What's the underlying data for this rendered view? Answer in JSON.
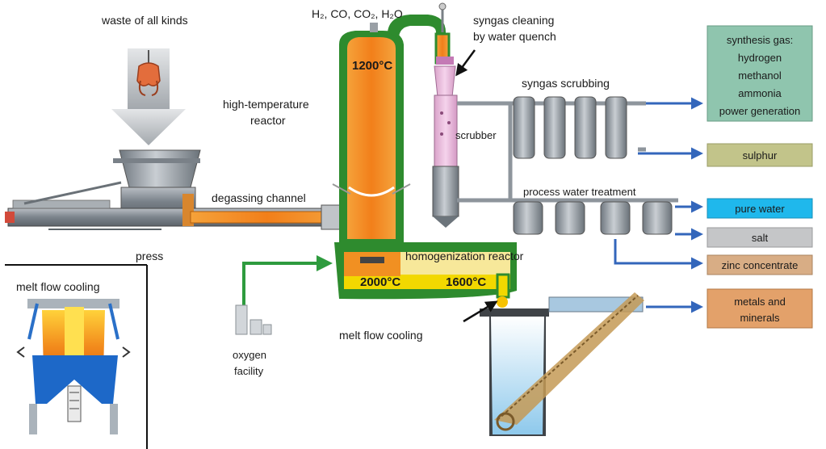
{
  "labels": {
    "waste": "waste of all kinds",
    "press": "press",
    "degassing": "degassing channel",
    "htr_line1": "high-temperature",
    "htr_line2": "reactor",
    "temp_top": "1200°C",
    "temp_left": "2000°C",
    "temp_right": "1600°C",
    "homogenization": "homogenization reactor",
    "melt_flow": "melt flow cooling",
    "inset_title": "melt flow cooling",
    "oxygen_line1": "oxygen",
    "oxygen_line2": "facility",
    "gases": "H₂, CO, CO₂, H₂O",
    "quench_line1": "syngas cleaning",
    "quench_line2": "by water quench",
    "scrubber": "scrubber",
    "syngas_scrubbing": "syngas scrubbing",
    "process_water": "process water treatment"
  },
  "outputs": {
    "synthesis": [
      "synthesis gas:",
      "hydrogen",
      "methanol",
      "ammonia",
      "power generation"
    ],
    "sulphur": "sulphur",
    "pure_water": "pure water",
    "salt": "salt",
    "zinc": "zinc concentrate",
    "metals": [
      "metals and",
      "minerals"
    ]
  },
  "colors": {
    "synthesis_box": "#8fc5ae",
    "sulphur_box": "#c2c48a",
    "pure_water_box": "#1fb8ec",
    "salt_box": "#c5c6c8",
    "zinc_box": "#d8ad85",
    "metals_box": "#e3a16a",
    "reactor_fill": "#f08a24",
    "reactor_wall": "#2e8b2e",
    "arrow_blue": "#3366bb",
    "pipe_gray": "#8e959c"
  }
}
